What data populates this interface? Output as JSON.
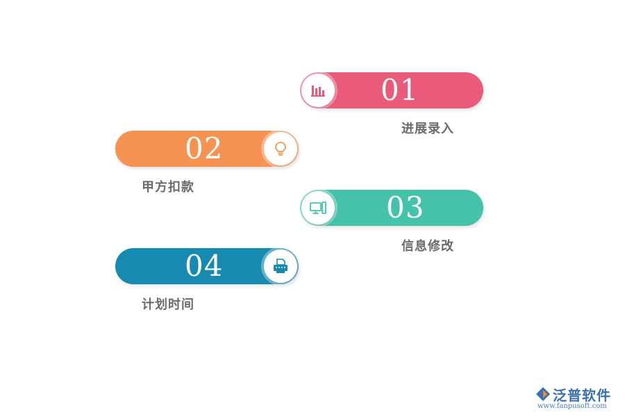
{
  "colors": {
    "step1": "#ea5a7b",
    "step2": "#f69352",
    "step3": "#45c2aa",
    "step4": "#168aaf",
    "label": "#6b6b6b"
  },
  "steps": [
    {
      "number": "01",
      "label": "进展录入",
      "icon": "bar-chart-icon"
    },
    {
      "number": "02",
      "label": "甲方扣款",
      "icon": "lightbulb-icon"
    },
    {
      "number": "03",
      "label": "信息修改",
      "icon": "computer-icon"
    },
    {
      "number": "04",
      "label": "计划时间",
      "icon": "printer-icon"
    }
  ],
  "logo": {
    "name": "泛普软件",
    "url": "www.fanpusoft.com"
  }
}
